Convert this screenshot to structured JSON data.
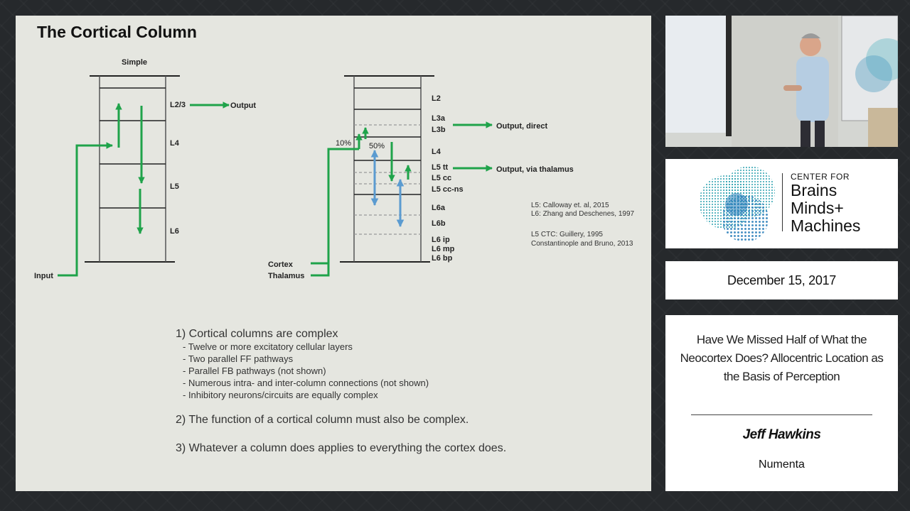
{
  "slide": {
    "title": "The Cortical Column",
    "simple": {
      "heading": "Simple",
      "layers": [
        "L2/3",
        "L4",
        "L5",
        "L6"
      ],
      "input_label": "Input",
      "output_label": "Output"
    },
    "complex": {
      "layers": [
        "L2",
        "L3a",
        "L3b",
        "L4",
        "L5 tt",
        "L5 cc",
        "L5 cc-ns",
        "L6a",
        "L6b",
        "L6 ip",
        "L6 mp",
        "L6 bp"
      ],
      "cortex_label": "Cortex",
      "thalamus_label": "Thalamus",
      "pct_10": "10%",
      "pct_50": "50%",
      "output_direct": "Output, direct",
      "output_thalamus": "Output, via thalamus"
    },
    "references": [
      "L5: Calloway et. al, 2015",
      "L6: Zhang and Deschenes, 1997",
      "L5 CTC: Guillery, 1995",
      "Constantinople and Bruno, 2013"
    ],
    "points": {
      "p1": "1) Cortical columns are complex",
      "p1_subs": [
        "- Twelve or more excitatory cellular layers",
        "- Two parallel FF pathways",
        "- Parallel FB pathways (not shown)",
        "- Numerous intra- and inter-column connections (not shown)",
        "- Inhibitory neurons/circuits are equally complex"
      ],
      "p2": "2) The function of a cortical column must also be complex.",
      "p3": "3) Whatever a column does applies to everything the cortex does."
    }
  },
  "sidebar": {
    "logo": {
      "line1": "CENTER FOR",
      "line2": "Brains",
      "line3": "Minds+",
      "line4": "Machines"
    },
    "date": "December 15, 2017",
    "talk_title": "Have We Missed Half of What the Neocortex Does? Allocentric Location as the Basis of Perception",
    "speaker": "Jeff Hawkins",
    "organization": "Numenta"
  },
  "colors": {
    "green": "#1fa34a",
    "blue": "#5b9bd0",
    "slide_bg": "#e5e6e0",
    "page_bg": "#26292c"
  }
}
